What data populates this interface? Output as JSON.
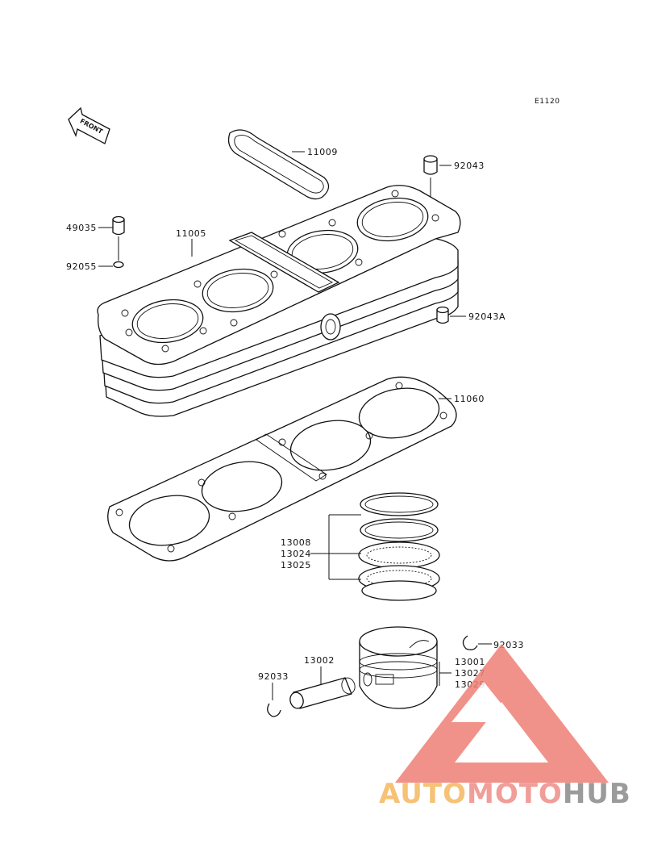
{
  "diagram_code": "E1120",
  "front_label": "FRONT",
  "labels": [
    {
      "id": "11009",
      "text": "11009"
    },
    {
      "id": "92043",
      "text": "92043"
    },
    {
      "id": "49035",
      "text": "49035"
    },
    {
      "id": "11005",
      "text": "11005"
    },
    {
      "id": "92055",
      "text": "92055"
    },
    {
      "id": "92043A",
      "text": "92043A"
    },
    {
      "id": "11060",
      "text": "11060"
    },
    {
      "id": "13008",
      "text": "13008"
    },
    {
      "id": "13024",
      "text": "13024"
    },
    {
      "id": "13025",
      "text": "13025"
    },
    {
      "id": "92033-right",
      "text": "92033"
    },
    {
      "id": "13002",
      "text": "13002"
    },
    {
      "id": "92033-left",
      "text": "92033"
    },
    {
      "id": "13001",
      "text": "13001"
    },
    {
      "id": "13027",
      "text": "13027"
    },
    {
      "id": "13029",
      "text": "13029"
    }
  ],
  "watermark": {
    "part1": "AUTO",
    "part2": "MOTO",
    "part3": "HUB",
    "color1": "#f5b85f",
    "color2": "#ef8d87",
    "color3": "#8a8a8a",
    "triangle_color": "#ef7f76"
  }
}
